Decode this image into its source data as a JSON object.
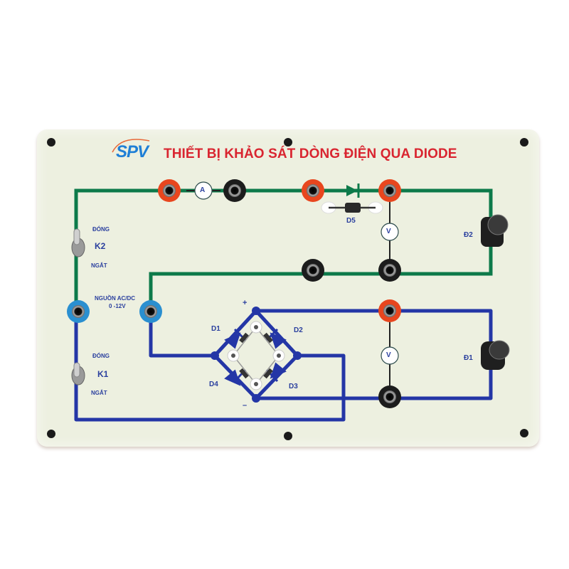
{
  "board": {
    "logo": "SPV",
    "logo_tagline": "",
    "title": "THIẾT BỊ KHẢO SÁT DÒNG ĐIỆN QUA DIODE",
    "colors": {
      "panel": "#edf0e0",
      "title": "#d92530",
      "logo": "#1f7fd6",
      "trace_green": "#0d7a4a",
      "trace_blue": "#2436a6",
      "label_blue": "#2a3f9e",
      "jack_red": "#e8461e",
      "jack_black": "#1c1c1c",
      "jack_blue": "#2a8fd0"
    }
  },
  "switches": [
    {
      "id": "K2",
      "label": "K2",
      "on_label": "ĐÓNG",
      "off_label": "NGẮT"
    },
    {
      "id": "K1",
      "label": "K1",
      "on_label": "ĐÓNG",
      "off_label": "NGẮT"
    }
  ],
  "power": {
    "label_line1": "NGUỒN AC/DC",
    "label_line2": "0 -12V"
  },
  "meters": {
    "ammeter": "A",
    "voltmeter_top": "V",
    "voltmeter_bottom": "V"
  },
  "diodes": {
    "d5": "D5",
    "d1": "D1",
    "d2": "D2",
    "d3": "D3",
    "d4": "D4"
  },
  "bridge": {
    "plus": "+",
    "minus": "–"
  },
  "lamps": {
    "top": "Đ2",
    "bottom": "Đ1"
  }
}
